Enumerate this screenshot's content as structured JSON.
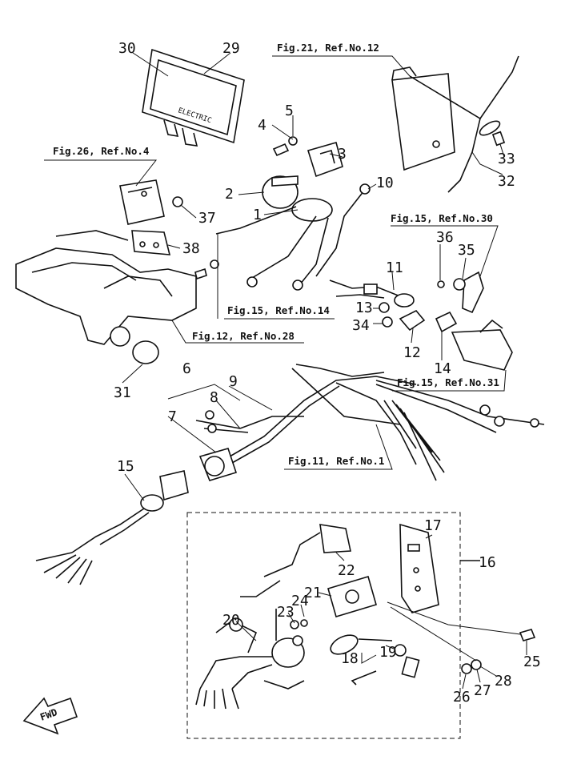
{
  "part_numbers": [
    {
      "id": "1",
      "text": "1"
    },
    {
      "id": "2",
      "text": "2"
    },
    {
      "id": "3",
      "text": "3"
    },
    {
      "id": "4",
      "text": "4"
    },
    {
      "id": "5",
      "text": "5"
    },
    {
      "id": "6",
      "text": "6"
    },
    {
      "id": "7",
      "text": "7"
    },
    {
      "id": "8",
      "text": "8"
    },
    {
      "id": "9",
      "text": "9"
    },
    {
      "id": "10",
      "text": "10"
    },
    {
      "id": "11",
      "text": "11"
    },
    {
      "id": "12",
      "text": "12"
    },
    {
      "id": "13",
      "text": "13"
    },
    {
      "id": "14",
      "text": "14"
    },
    {
      "id": "15",
      "text": "15"
    },
    {
      "id": "16",
      "text": "16"
    },
    {
      "id": "17",
      "text": "17"
    },
    {
      "id": "18",
      "text": "18"
    },
    {
      "id": "19",
      "text": "19"
    },
    {
      "id": "20",
      "text": "20"
    },
    {
      "id": "21",
      "text": "21"
    },
    {
      "id": "22",
      "text": "22"
    },
    {
      "id": "23",
      "text": "23"
    },
    {
      "id": "24",
      "text": "24"
    },
    {
      "id": "25",
      "text": "25"
    },
    {
      "id": "26",
      "text": "26"
    },
    {
      "id": "27",
      "text": "27"
    },
    {
      "id": "28",
      "text": "28"
    },
    {
      "id": "29",
      "text": "29"
    },
    {
      "id": "30",
      "text": "30"
    },
    {
      "id": "31",
      "text": "31"
    },
    {
      "id": "32",
      "text": "32"
    },
    {
      "id": "33",
      "text": "33"
    },
    {
      "id": "34",
      "text": "34"
    },
    {
      "id": "35",
      "text": "35"
    },
    {
      "id": "36",
      "text": "36"
    },
    {
      "id": "37",
      "text": "37"
    },
    {
      "id": "38",
      "text": "38"
    }
  ],
  "figure_refs": {
    "fig21": "Fig.21, Ref.No.12",
    "fig26": "Fig.26, Ref.No.4",
    "fig15_30": "Fig.15, Ref.No.30",
    "fig15_14": "Fig.15, Ref.No.14",
    "fig12": "Fig.12, Ref.No.28",
    "fig15_31": "Fig.15, Ref.No.31",
    "fig11": "Fig.11, Ref.No.1"
  },
  "cover_text": "ELECTRIC",
  "fwd_label": "FWD"
}
